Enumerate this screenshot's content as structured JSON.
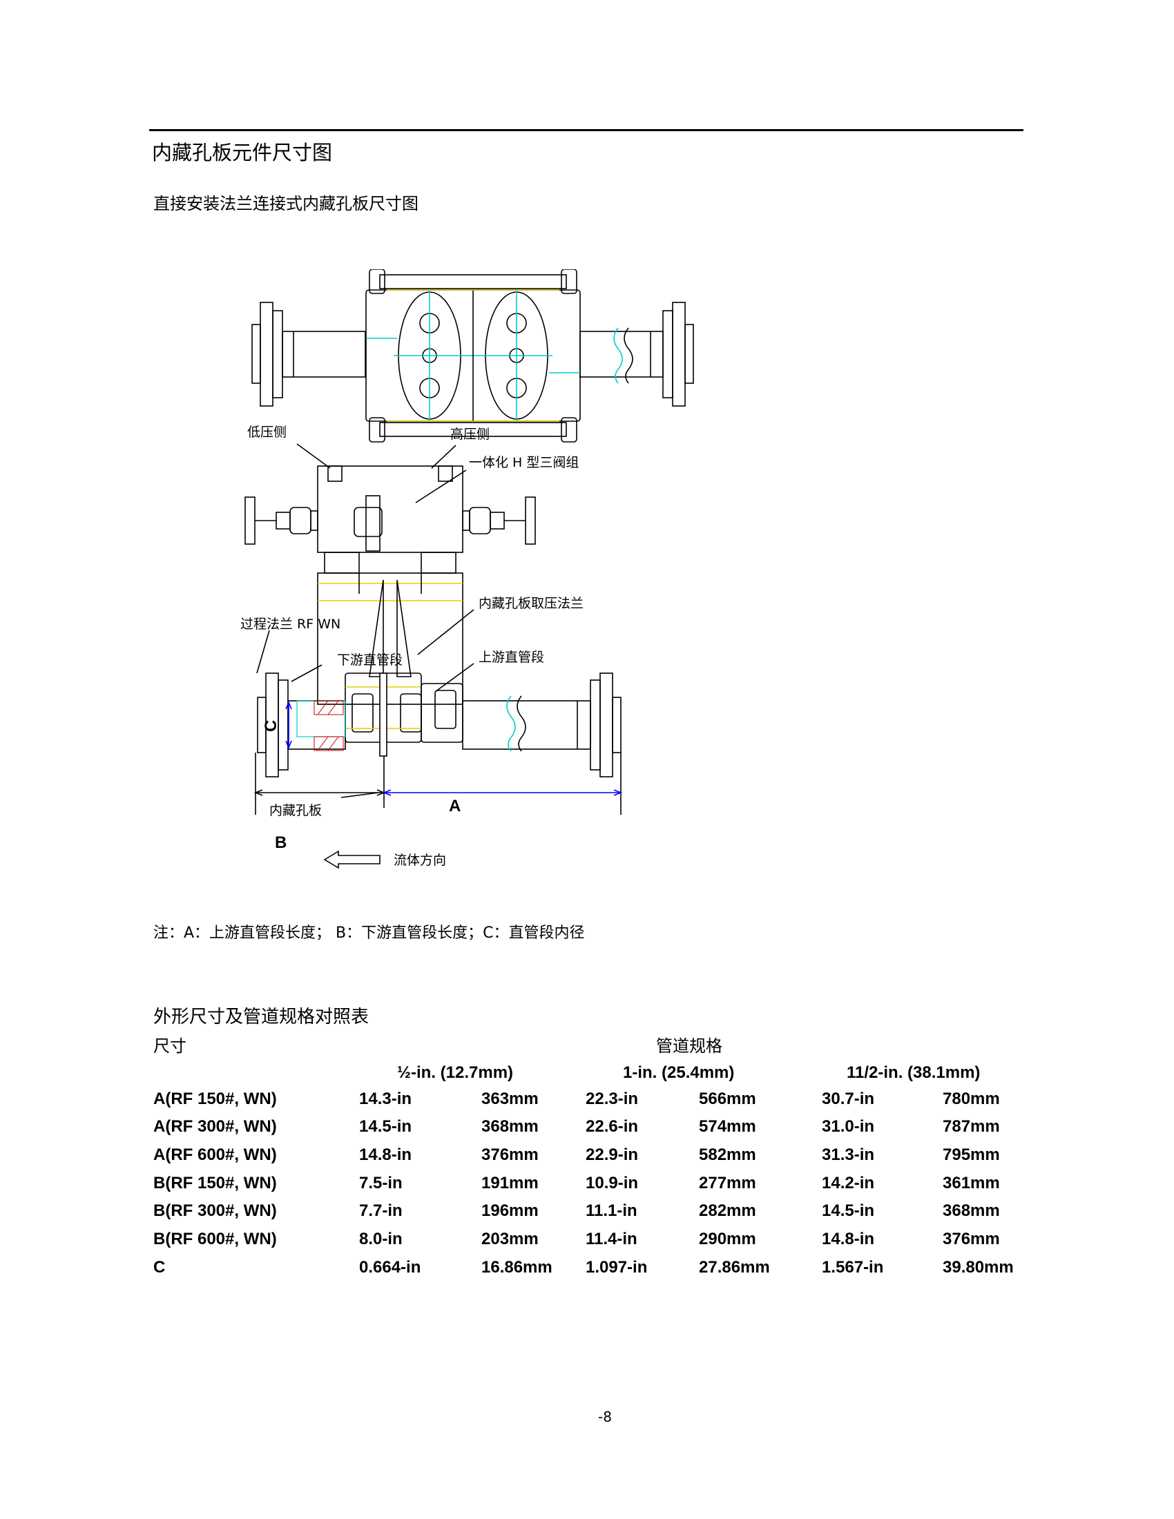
{
  "title": "内藏孔板元件尺寸图",
  "subtitle": "直接安装法兰连接式内藏孔板尺寸图",
  "drawing": {
    "labels": {
      "low_side": "低压侧",
      "high_side": "高压侧",
      "valve_manifold": "一体化 H 型三阀组",
      "process_flange": "过程法兰 RF WN",
      "orifice_flange": "内藏孔板取压法兰",
      "downstream": "下游直管段",
      "upstream": "上游直管段",
      "orifice_plate": "内藏孔板",
      "flow_direction": "流体方向",
      "dim_a": "A",
      "dim_b": "B",
      "dim_c": "C"
    },
    "colors": {
      "accent": "#0000ff",
      "hatch": "#cc0000",
      "yellow": "#e0d000",
      "cyan": "#00cccc"
    }
  },
  "note": "注：A：上游直管段长度；  B：下游直管段长度；C：直管段内径",
  "table": {
    "title": "外形尺寸及管道规格对照表",
    "size_header": "尺寸",
    "pipe_header": "管道规格",
    "specs": [
      "½-in. (12.7mm)",
      "1-in. (25.4mm)",
      "11/2-in. (38.1mm)"
    ],
    "rows": [
      [
        "A(RF 150#, WN)",
        "14.3-in",
        "363mm",
        "22.3-in",
        "566mm",
        "30.7-in",
        "780mm"
      ],
      [
        "A(RF 300#, WN)",
        "14.5-in",
        "368mm",
        "22.6-in",
        "574mm",
        "31.0-in",
        "787mm"
      ],
      [
        "A(RF 600#, WN)",
        "14.8-in",
        "376mm",
        "22.9-in",
        "582mm",
        "31.3-in",
        "795mm"
      ],
      [
        "B(RF 150#, WN)",
        "7.5-in",
        "191mm",
        "10.9-in",
        "277mm",
        "14.2-in",
        "361mm"
      ],
      [
        "B(RF 300#, WN)",
        "7.7-in",
        "196mm",
        "11.1-in",
        "282mm",
        "14.5-in",
        "368mm"
      ],
      [
        "B(RF 600#, WN)",
        "8.0-in",
        "203mm",
        "11.4-in",
        "290mm",
        "14.8-in",
        "376mm"
      ],
      [
        "C",
        "0.664-in",
        "16.86mm",
        "1.097-in",
        "27.86mm",
        "1.567-in",
        "39.80mm"
      ]
    ]
  },
  "page_number": "-8"
}
